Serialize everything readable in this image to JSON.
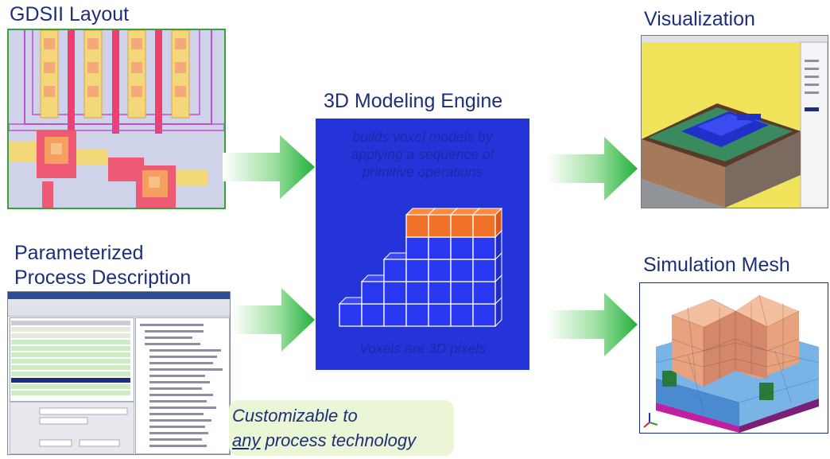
{
  "diagram": {
    "inputs": {
      "gds_title": "GDSII Layout",
      "process_title_line1": "Parameterized",
      "process_title_line2": "Process Description"
    },
    "engine": {
      "title": "3D Modeling Engine",
      "description_line1": "builds voxel models by",
      "description_line2": "applying a sequence of",
      "description_line3": "primitive operations",
      "footer": "Voxels are 3D pixels"
    },
    "outputs": {
      "visualization_title": "Visualization",
      "simulation_title": "Simulation Mesh"
    },
    "callout": {
      "line1": "Customizable to",
      "line2_emph": "any",
      "line2_rest": " process technology"
    },
    "colors": {
      "title": "#1e2f7a",
      "engine_fill": "#2434d8",
      "voxel_top": "#f07028",
      "arrow": "#2fb540",
      "callout_bg": "#eaf6d6"
    }
  }
}
